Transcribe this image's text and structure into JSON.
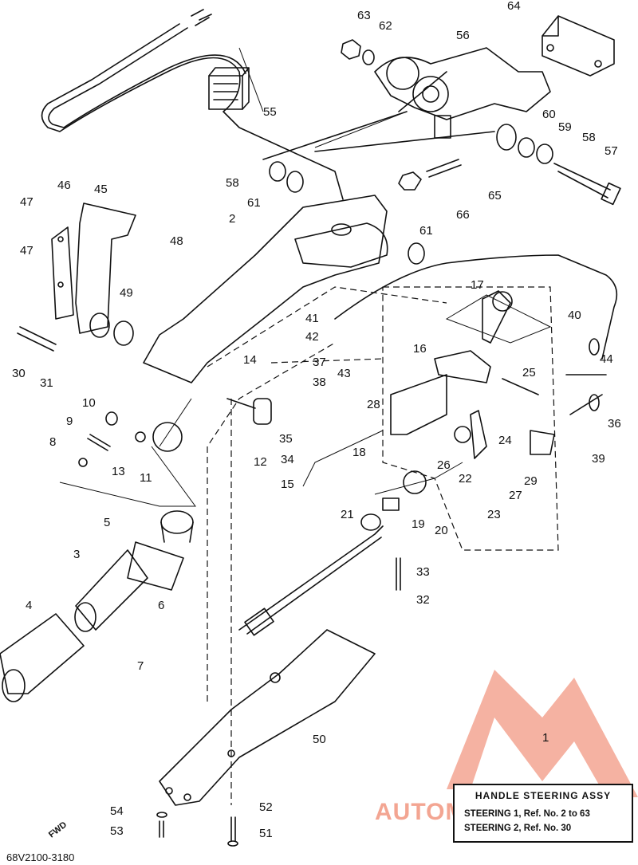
{
  "diagram": {
    "doc_id": "68V2100-3180",
    "fwd_label": "FWD",
    "legend": {
      "title": "HANDLE STEERING ASSY",
      "line1": "STEERING 1, Ref. No. 2 to 63",
      "line2": "STEERING 2, Ref. No. 30"
    },
    "part_numbers": [
      "1",
      "2",
      "3",
      "4",
      "5",
      "6",
      "7",
      "8",
      "9",
      "10",
      "11",
      "12",
      "13",
      "14",
      "15",
      "16",
      "17",
      "18",
      "19",
      "20",
      "21",
      "22",
      "23",
      "24",
      "25",
      "26",
      "27",
      "28",
      "29",
      "30",
      "31",
      "32",
      "33",
      "34",
      "35",
      "36",
      "37",
      "38",
      "39",
      "40",
      "41",
      "42",
      "43",
      "44",
      "45",
      "46",
      "47",
      "47",
      "48",
      "49",
      "50",
      "51",
      "52",
      "53",
      "54",
      "55",
      "56",
      "57",
      "58",
      "58",
      "59",
      "60",
      "61",
      "61",
      "62",
      "63",
      "64",
      "65",
      "66"
    ],
    "watermark": {
      "text": "AUTOMOTOHUB",
      "color": "#f0a08c"
    },
    "colors": {
      "line": "#111111",
      "background": "#ffffff"
    }
  }
}
